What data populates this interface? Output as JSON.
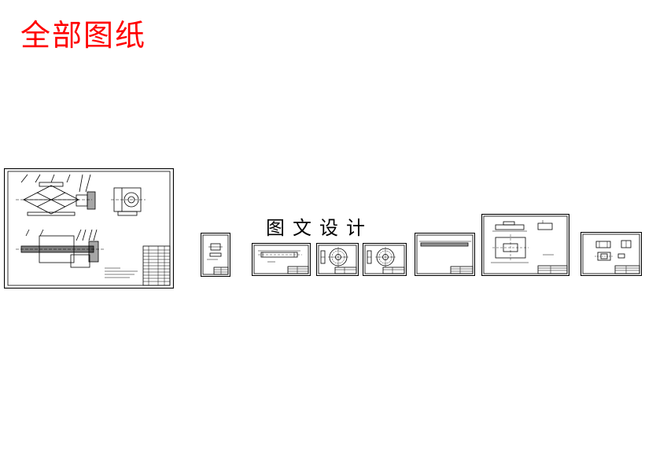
{
  "header": {
    "title": "全部图纸",
    "title_color": "#ff0000"
  },
  "watermark": {
    "text": "图文设计",
    "color": "#000000"
  },
  "colors": {
    "background": "#ffffff",
    "drawing_line": "#000000"
  },
  "drawings": [
    {
      "id": "assembly-drawing",
      "kind": "assembly"
    },
    {
      "id": "drawing-2",
      "kind": "small-part"
    },
    {
      "id": "drawing-3",
      "kind": "screw-shaft"
    },
    {
      "id": "drawing-4",
      "kind": "gear"
    },
    {
      "id": "drawing-5",
      "kind": "gear"
    },
    {
      "id": "drawing-6",
      "kind": "long-rod"
    },
    {
      "id": "drawing-7",
      "kind": "base-plate"
    },
    {
      "id": "drawing-8",
      "kind": "bracket"
    }
  ]
}
